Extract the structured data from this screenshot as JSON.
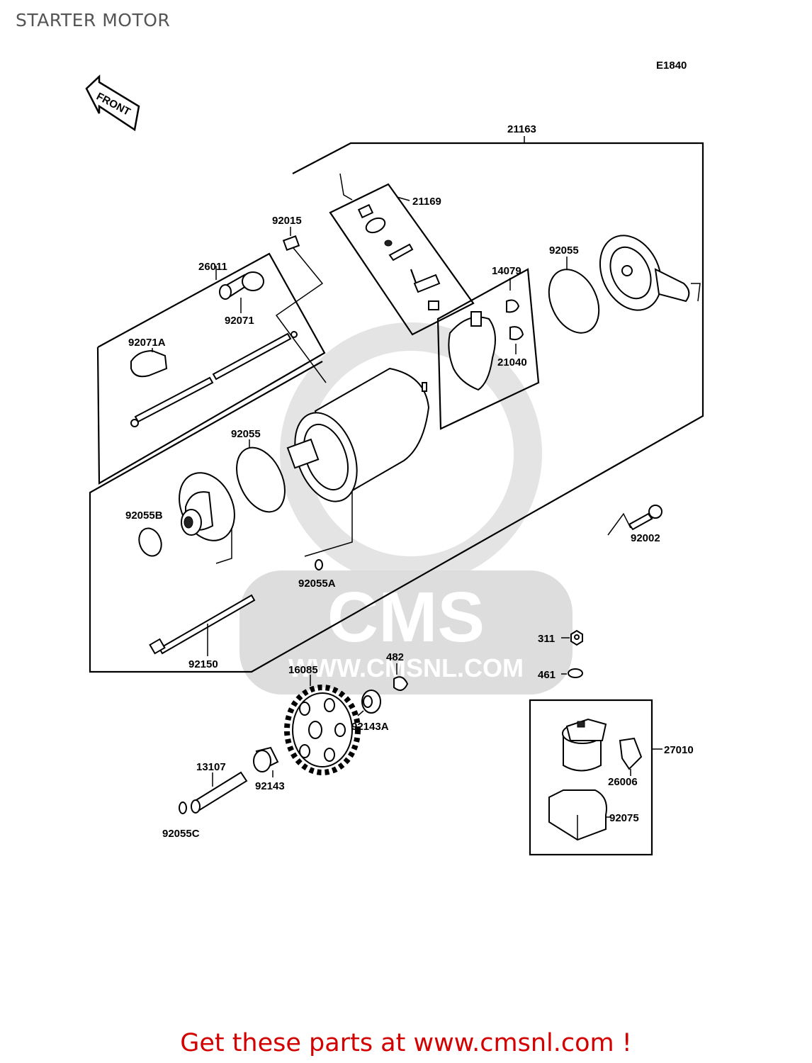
{
  "header": {
    "title": "STARTER MOTOR"
  },
  "diagram": {
    "code": "E1840",
    "front_marker": "FRONT",
    "watermark": {
      "brand": "CMS",
      "url": "WWW.CMSNL.COM"
    },
    "callouts": {
      "p21163": "21163",
      "p21169": "21169",
      "p92015": "92015",
      "p26011": "26011",
      "p92071": "92071",
      "p92071A": "92071A",
      "p14079": "14079",
      "p92055_top": "92055",
      "p21040": "21040",
      "p92055_mid": "92055",
      "p92055B": "92055B",
      "p92055A": "92055A",
      "p92002": "92002",
      "p92150": "92150",
      "p16085": "16085",
      "p482": "482",
      "p311": "311",
      "p461": "461",
      "p92143A": "92143A",
      "p13107": "13107",
      "p92143": "92143",
      "p92055C": "92055C",
      "p27010": "27010",
      "p26006": "26006",
      "p92075": "92075"
    }
  },
  "footer": {
    "text": "Get these parts at www.cmsnl.com !"
  },
  "colors": {
    "footer": "#d40000",
    "title": "#555555",
    "watermark": "#d9d9d9"
  }
}
